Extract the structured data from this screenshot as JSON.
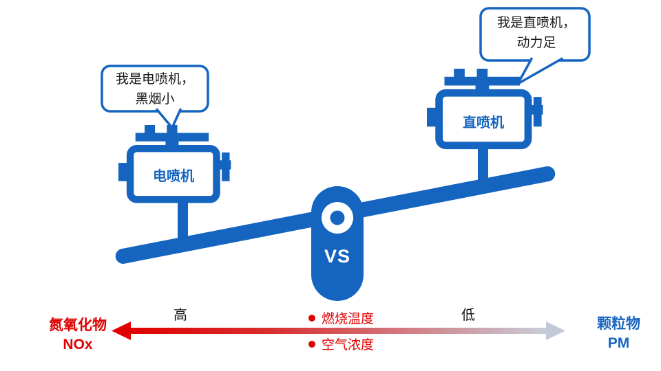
{
  "colors": {
    "primary_blue": "#1565C0",
    "alert_red": "#E00000",
    "gradient_end_gray": "#C9CEDB",
    "text_black": "#1a1a1a"
  },
  "bubbles": {
    "left": {
      "line1": "我是电喷机，",
      "line2": "黑烟小"
    },
    "right": {
      "line1": "我是直喷机，",
      "line2": "动力足"
    }
  },
  "engines": {
    "left_label": "电喷机",
    "right_label": "直喷机"
  },
  "seesaw": {
    "vs_label": "VS"
  },
  "scale": {
    "high": "高",
    "low": "低"
  },
  "factors": {
    "item1": "燃烧温度",
    "item2": "空气浓度"
  },
  "endpoints": {
    "left": {
      "line1": "氮氧化物",
      "line2": "NOx"
    },
    "right": {
      "line1": "颗粒物",
      "line2": "PM"
    }
  }
}
